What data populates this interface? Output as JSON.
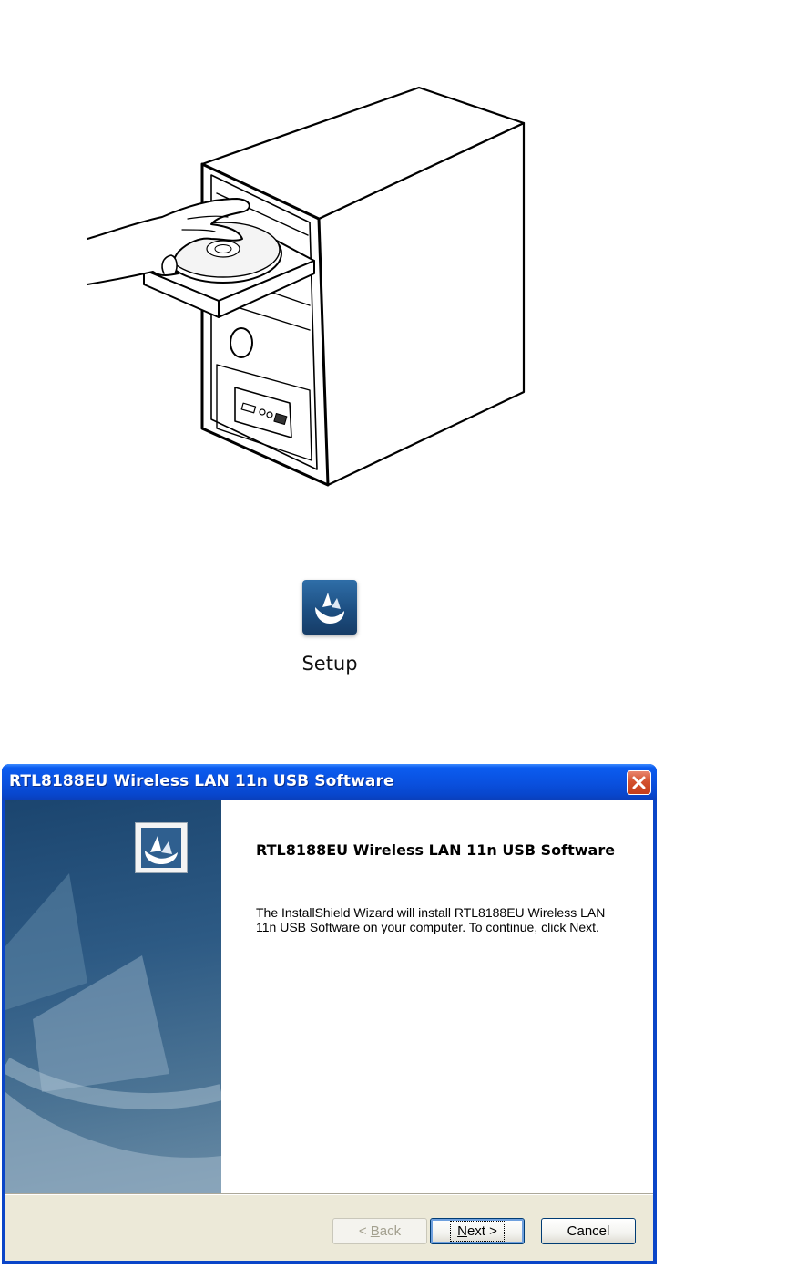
{
  "setup_shortcut": {
    "label": "Setup",
    "icon": "installer-icon"
  },
  "window": {
    "title": "RTL8188EU Wireless LAN 11n USB Software",
    "heading": "RTL8188EU Wireless LAN 11n USB Software",
    "body": "The InstallShield Wizard will install RTL8188EU Wireless LAN 11n USB Software on your computer.  To continue, click Next.",
    "buttons": {
      "back": {
        "prefix": "< ",
        "mnemonic": "B",
        "rest": "ack",
        "enabled": false
      },
      "next": {
        "mnemonic": "N",
        "rest": "ext >",
        "enabled": true
      },
      "cancel": {
        "label": "Cancel",
        "enabled": true
      }
    }
  },
  "colors": {
    "titlebar": "#0a51e0",
    "dialog_face": "#ece9d8",
    "side_panel": "#2d5a84",
    "close_button": "#d3512e"
  }
}
